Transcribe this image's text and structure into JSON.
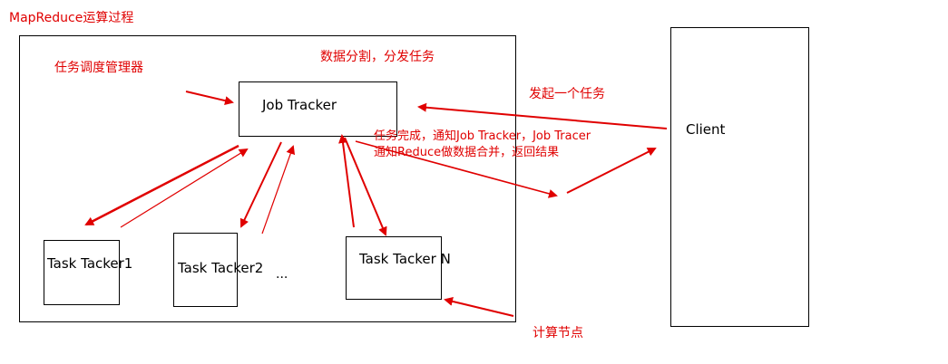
{
  "title": "MapReduce运算过程",
  "labels": {
    "scheduler": "任务调度管理器",
    "split": "数据分割，分发任务",
    "initiate": "发起一个任务",
    "complete_line1": "任务完成，通知Job Tracker，Job Tracer",
    "complete_line2": "通知Reduce做数据合并，返回结果",
    "compute_node": "计算节点"
  },
  "nodes": {
    "job_tracker": "Job Tracker",
    "client": "Client",
    "task_tracker_1": "Task Tacker1",
    "task_tracker_2": "Task Tacker2",
    "task_tracker_n": "Task Tacker N",
    "ellipsis": "..."
  },
  "colors": {
    "arrow": "#e00000",
    "label": "#e00000",
    "box_border": "#000000"
  }
}
